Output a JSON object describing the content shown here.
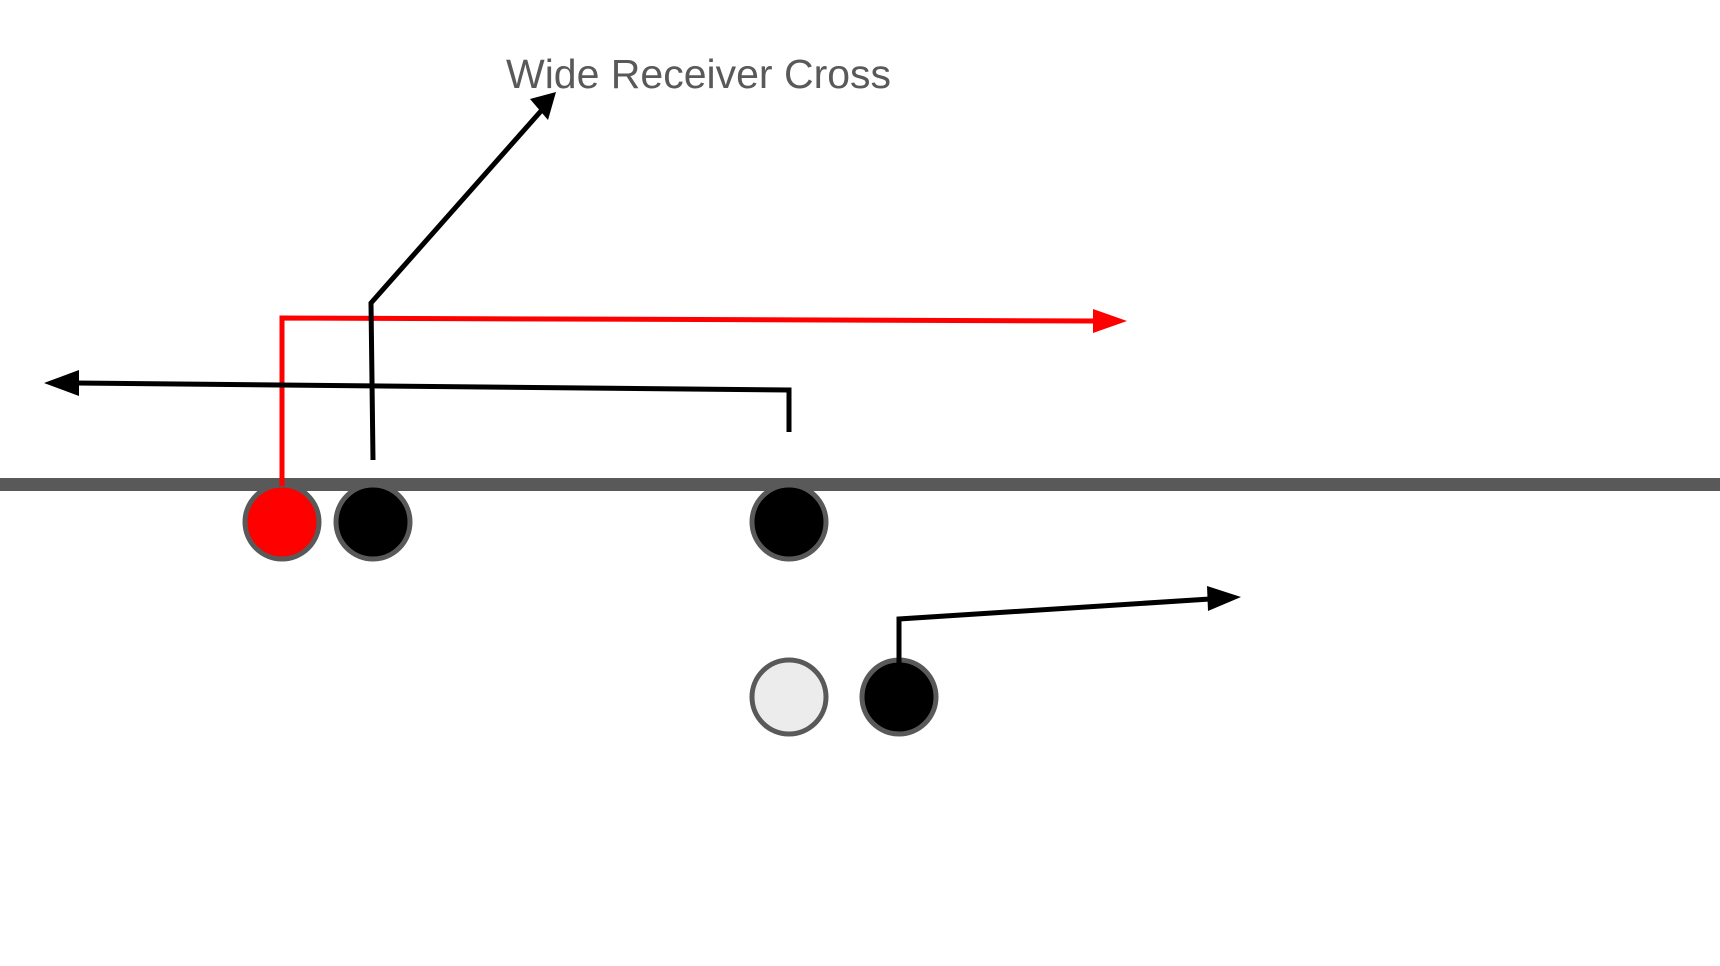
{
  "diagram": {
    "title": "Wide Receiver Cross",
    "type": "football play diagram",
    "colors": {
      "line_of_scrimmage": "#595959",
      "player_outline": "#595959",
      "highlight_player": "#ff0000",
      "highlight_route": "#ff0000",
      "offense_player": "#000000",
      "quarterback": "#ececec",
      "route": "#000000",
      "title": "#595959"
    },
    "players": [
      {
        "id": "highlighted-receiver",
        "role": "receiver",
        "fill": "#ff0000",
        "on_line": true
      },
      {
        "id": "wide-receiver",
        "role": "receiver",
        "fill": "#000000",
        "on_line": true
      },
      {
        "id": "center",
        "role": "center",
        "fill": "#000000",
        "on_line": true
      },
      {
        "id": "quarterback",
        "role": "quarterback",
        "fill": "#ececec",
        "on_line": false
      },
      {
        "id": "running-back",
        "role": "running back",
        "fill": "#000000",
        "on_line": false
      }
    ],
    "routes": [
      {
        "id": "cross-route",
        "player": "highlighted-receiver",
        "color": "#ff0000",
        "description": "vertical stem then break right across the field"
      },
      {
        "id": "post-route",
        "player": "wide-receiver",
        "color": "#000000",
        "description": "vertical stem then diagonal upward-right"
      },
      {
        "id": "center-route",
        "player": "center",
        "color": "#000000",
        "description": "short stem then break left across the field"
      },
      {
        "id": "flat-route",
        "player": "running-back",
        "color": "#000000",
        "description": "short stem then break right to the flat"
      }
    ]
  }
}
